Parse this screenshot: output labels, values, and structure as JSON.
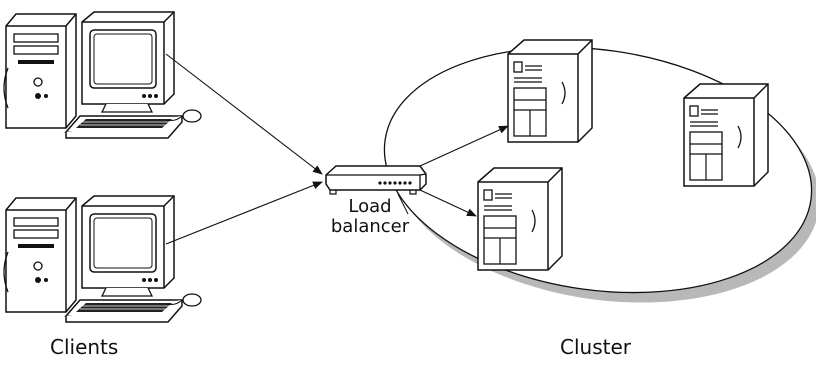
{
  "labels": {
    "load_balancer_line1": "Load",
    "load_balancer_line2": "balancer",
    "clients": "Clients",
    "cluster": "Cluster"
  },
  "colors": {
    "stroke": "#111111",
    "fill": "#ffffff",
    "shadow": "#b8b8b8"
  },
  "icons": [
    "desktop-computer-icon",
    "server-tower-icon",
    "load-balancer-device-icon"
  ]
}
